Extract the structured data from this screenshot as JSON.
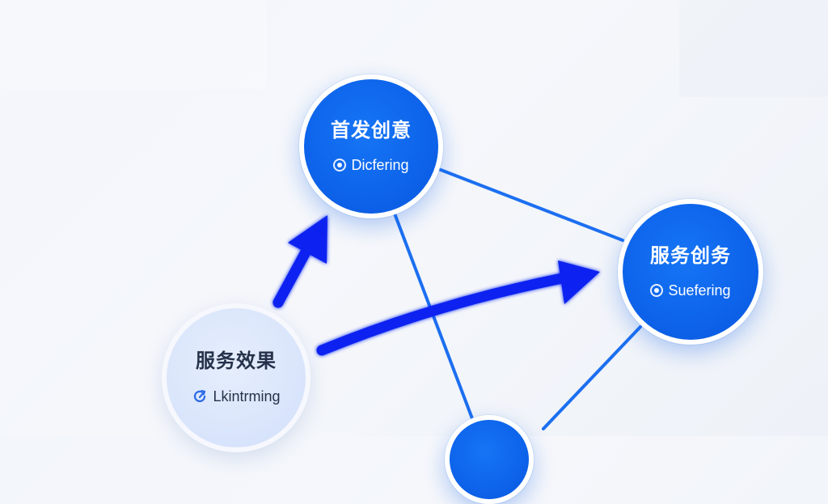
{
  "nodes": {
    "top": {
      "title": "首发创意",
      "subtitle": "Dicfering",
      "icon": "radio-dot-icon"
    },
    "right": {
      "title": "服务创务",
      "subtitle": "Suefering",
      "icon": "radio-dot-icon"
    },
    "left": {
      "title": "服务效果",
      "subtitle": "Lkintrming",
      "icon": "refresh-icon"
    },
    "bottom": {
      "title": "",
      "subtitle": ""
    }
  },
  "colors": {
    "primary_node": "#0d63ea",
    "secondary_node": "#d8e4fb",
    "connector": "#1c6ff0",
    "arrow": "#0b22f0",
    "background": "#f3f6fb"
  }
}
